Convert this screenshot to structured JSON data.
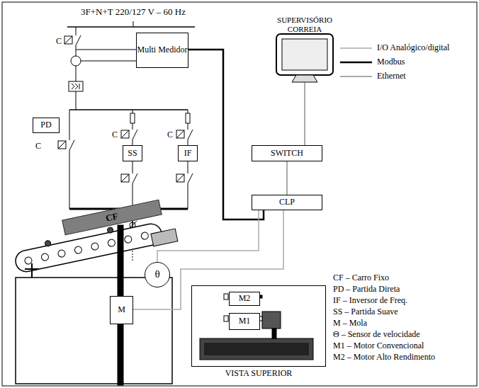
{
  "diagram": {
    "title": "3F+N+T 220/127 V – 60 Hz",
    "nodes": [
      {
        "text": [
          "SUPERVISÓRIO CORREIA"
        ]
      },
      {
        "text": [
          "Multi Medidor"
        ]
      },
      {
        "text": [
          "PD"
        ]
      },
      {
        "text": [
          "SS"
        ]
      },
      {
        "text": [
          "IF"
        ]
      },
      {
        "text": [
          "SWITCH"
        ]
      },
      {
        "text": [
          "CLP"
        ]
      },
      {
        "text": [
          "CF"
        ]
      },
      {
        "text": [
          "θ"
        ]
      },
      {
        "text": [
          "M"
        ]
      },
      {
        "text": [
          "VISTA SUPERIOR"
        ]
      },
      {
        "text": [
          "M2"
        ],
        "in": 10
      },
      {
        "text": [
          "M1"
        ],
        "in": 10
      }
    ],
    "edges": [
      {
        "from": 0,
        "to": 5,
        "arrow": "none"
      },
      {
        "from": 5,
        "to": 6,
        "arrow": "none"
      },
      {
        "from": 1,
        "to": 6,
        "arrow": "none"
      },
      {
        "from": 6,
        "to": 8,
        "arrow": "none"
      },
      {
        "from": 6,
        "to": 9,
        "arrow": "none"
      }
    ],
    "labels": [
      "C",
      "C",
      "C",
      "C",
      "CF – Carro Fixo",
      "PD – Partida Direta",
      "IF – Inversor de Freq.",
      "SS – Partida Suave",
      "M – Mola",
      "Θ – Sensor de velocidade",
      "M1 – Motor Convencional",
      "M2 – Motor Alto Rendimento"
    ],
    "legend": [
      {
        "text": "I/O Analógico/digital"
      },
      {
        "text": "Modbus"
      },
      {
        "text": "Ethernet"
      }
    ]
  }
}
